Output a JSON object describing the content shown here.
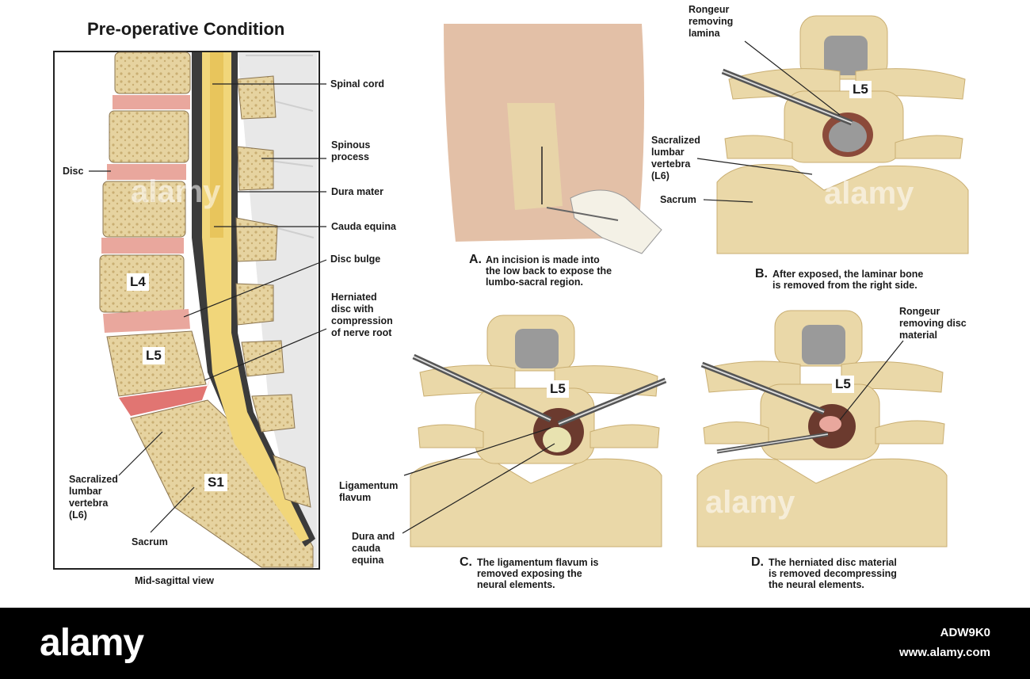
{
  "colors": {
    "bone": "#e9d7a6",
    "bone_dark": "#c9ae72",
    "disc": "#e9a79d",
    "herniation": "#d9534f",
    "cord": "#f1d67a",
    "dura": "#3b3b3b",
    "skin": "#e3c0a7",
    "footer": "#000000"
  },
  "panel_left": {
    "title": "Pre-operative Condition",
    "view_caption": "Mid-sagittal view",
    "labels": {
      "spinal_cord": "Spinal cord",
      "spinous_process": "Spinous\nprocess",
      "dura_mater": "Dura mater",
      "cauda_equina": "Cauda equina",
      "disc_bulge": "Disc bulge",
      "herniated": "Herniated\ndisc with\ncompression\nof nerve root",
      "disc": "Disc",
      "sacralized": "Sacralized\nlumbar\nvertebra\n(L6)",
      "sacrum": "Sacrum"
    },
    "vertebra_labels": {
      "l4": "L4",
      "l5": "L5",
      "s1": "S1"
    }
  },
  "panel_a": {
    "letter": "A.",
    "caption": "An incision is made into\nthe low back to expose the\nlumbo-sacral region."
  },
  "panel_b": {
    "letter": "B.",
    "caption": "After exposed, the laminar bone\nis removed from the right side.",
    "labels": {
      "rongeur": "Rongeur\nremoving\nlamina",
      "sacralized": "Sacralized\nlumbar\nvertebra\n(L6)",
      "sacrum": "Sacrum",
      "l5": "L5"
    }
  },
  "panel_c": {
    "letter": "C.",
    "caption": "The ligamentum flavum is\nremoved exposing the\nneural elements.",
    "labels": {
      "ligamentum": "Ligamentum\nflavum",
      "dura": "Dura and\ncauda\nequina",
      "l5": "L5"
    }
  },
  "panel_d": {
    "letter": "D.",
    "caption": "The herniated disc material\nis removed decompressing\nthe neural elements.",
    "labels": {
      "rongeur": "Rongeur\nremoving disc\nmaterial",
      "l5": "L5"
    }
  },
  "watermark": "alamy",
  "footer": {
    "brand": "alamy",
    "image_id": "ADW9K0",
    "url": "www.alamy.com"
  }
}
